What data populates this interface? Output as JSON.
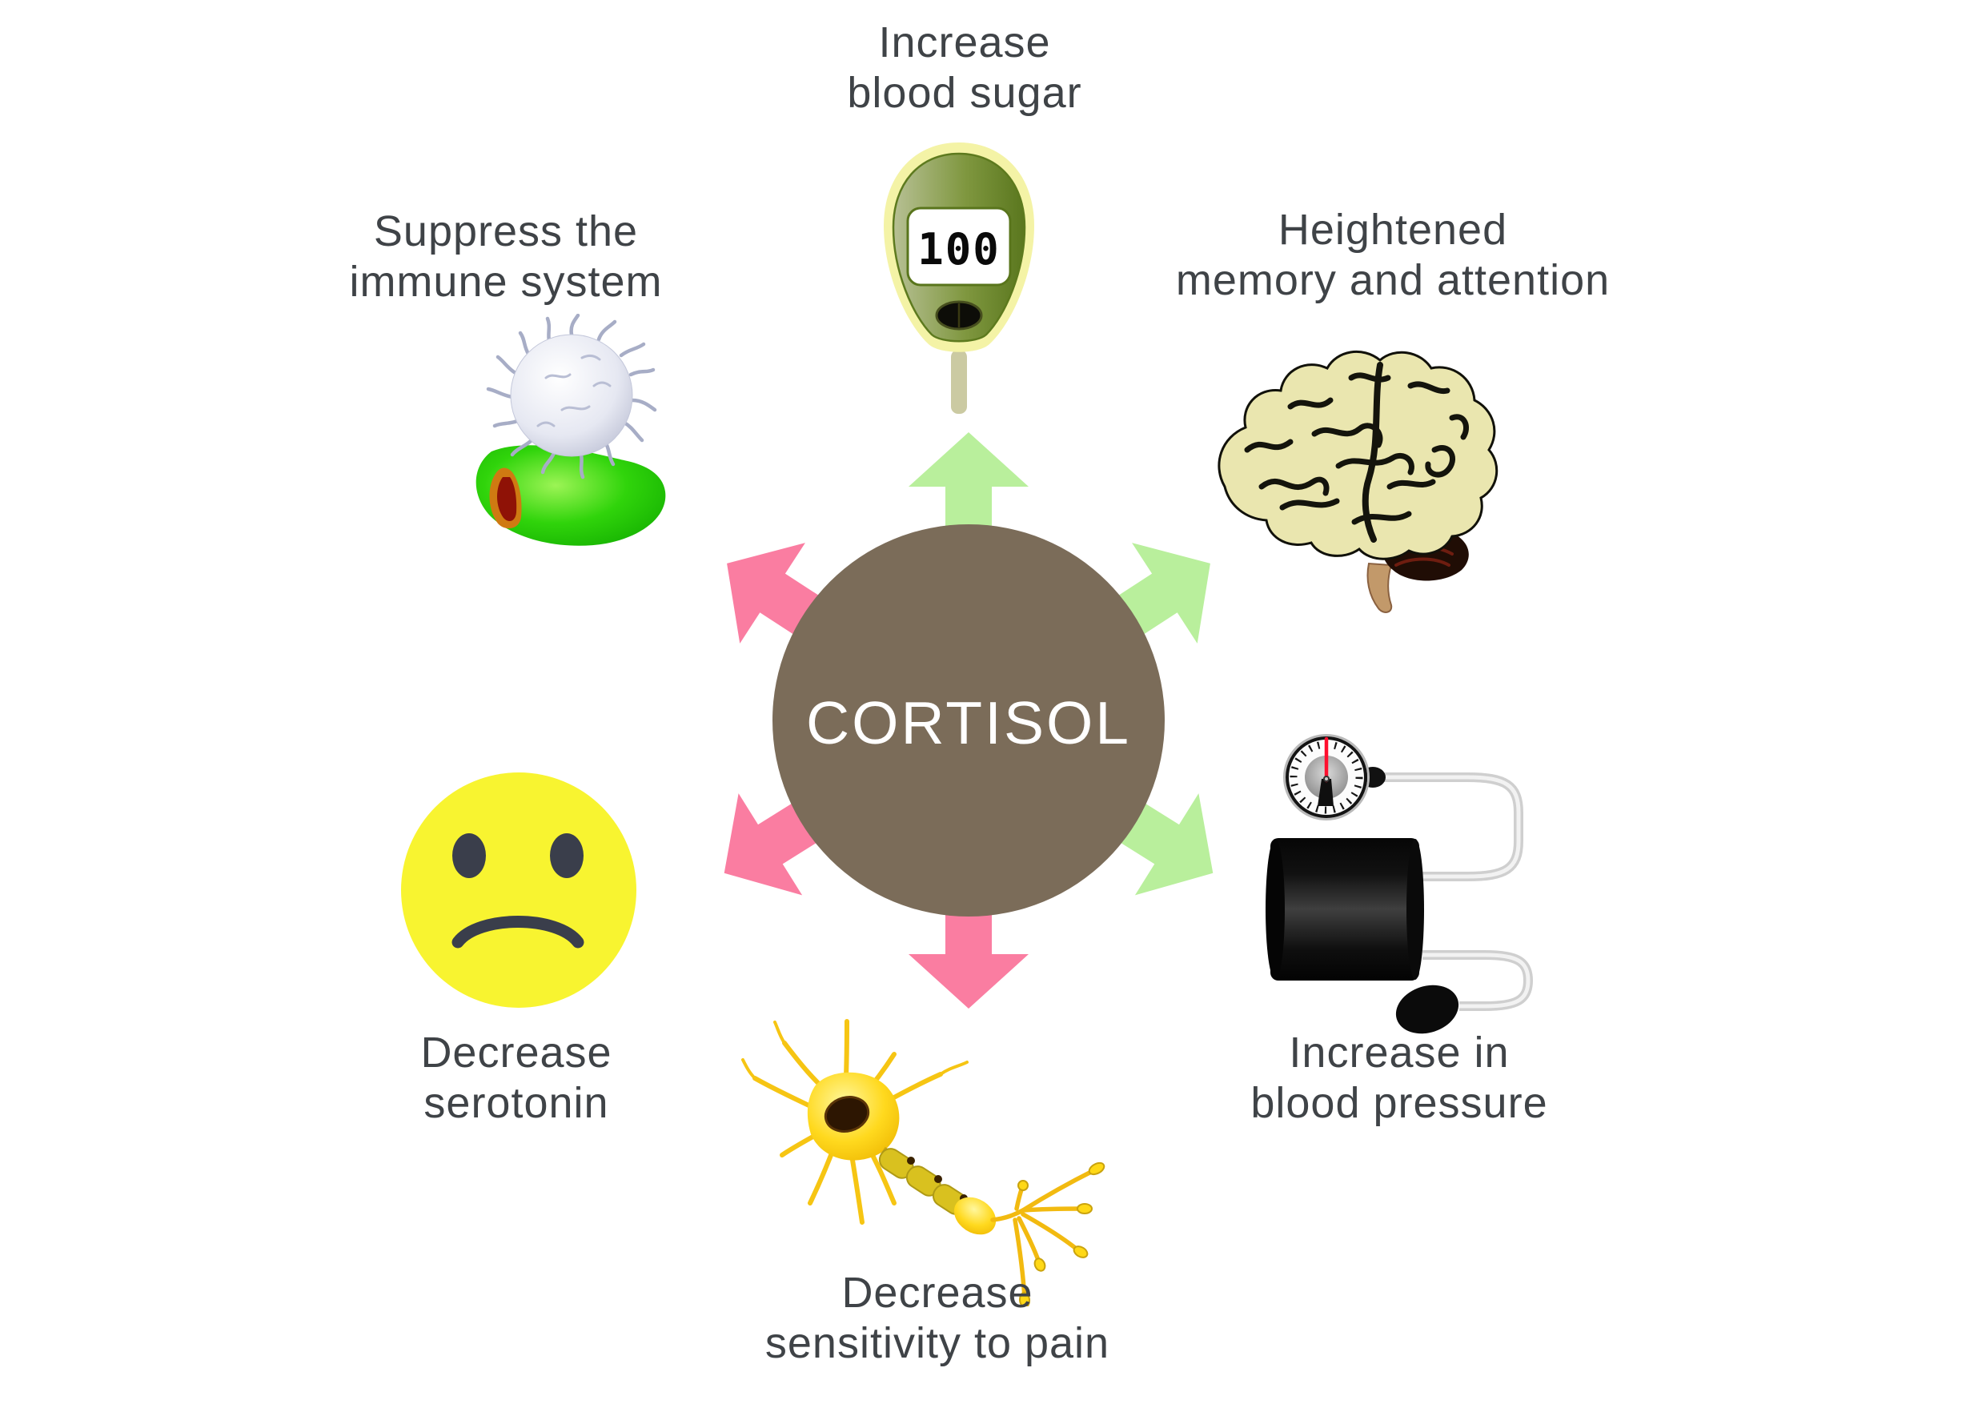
{
  "background": "#ffffff",
  "center": {
    "label": "CORTISOL"
  },
  "glucose_meter": {
    "reading": "100"
  },
  "effects": {
    "blood_sugar": {
      "line1": "Increase",
      "line2": "blood sugar",
      "icon": "glucose-meter-icon"
    },
    "memory": {
      "line1": "Heightened",
      "line2": "memory and attention",
      "icon": "brain-icon"
    },
    "blood_pressure": {
      "line1": "Increase in",
      "line2": "blood pressure",
      "icon": "blood-pressure-monitor-icon"
    },
    "pain": {
      "line1": "Decrease",
      "line2": "sensitivity to pain",
      "icon": "neuron-icon"
    },
    "serotonin": {
      "line1": "Decrease",
      "line2": "serotonin",
      "icon": "sad-face-icon"
    },
    "immune": {
      "line1": "Suppress the",
      "line2": "immune system",
      "icon": "immune-cell-icon"
    }
  },
  "arrows": {
    "green_count": 3,
    "pink_count": 3
  },
  "colors": {
    "circle_brown": "#7b6c59",
    "arrow_green": "#b9ef9c",
    "arrow_pink": "#fa7da1",
    "label_text": "#3f4347",
    "cortisol_text": "#ffffff",
    "face_yellow": "#f8f430"
  }
}
